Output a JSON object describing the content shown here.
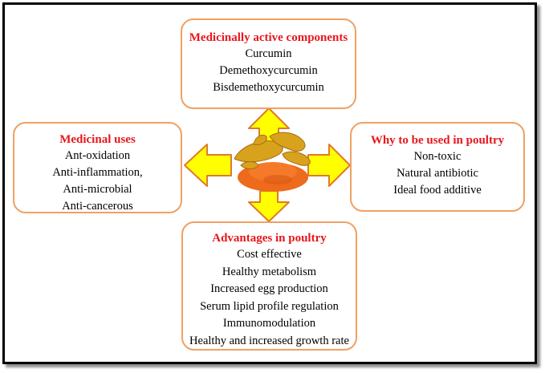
{
  "top_box": {
    "title": "Medicinally active components",
    "items": [
      "Curcumin",
      "Demethoxycurcumin",
      "Bisdemethoxycurcumin"
    ]
  },
  "left_box": {
    "title": "Medicinal uses",
    "items": [
      "Ant-oxidation",
      "Anti-inflammation,",
      "Anti-microbial",
      "Anti-cancerous"
    ]
  },
  "right_box": {
    "title": "Why to be used in poultry",
    "items": [
      "Non-toxic",
      "Natural antibiotic",
      "Ideal food additive"
    ]
  },
  "bottom_box": {
    "title": "Advantages in poultry",
    "items": [
      "Cost effective",
      "Healthy metabolism",
      "Increased egg production",
      "Serum lipid profile regulation",
      "Immunomodulation",
      "Healthy and increased growth rate"
    ]
  },
  "colors": {
    "title_red": "#e8161b",
    "box_border": "#f0a062",
    "arrow_fill": "#ffff00",
    "arrow_stroke": "#e07a2a",
    "turmeric_root": "#d9a21c",
    "turmeric_powder": "#ee6a1c"
  }
}
